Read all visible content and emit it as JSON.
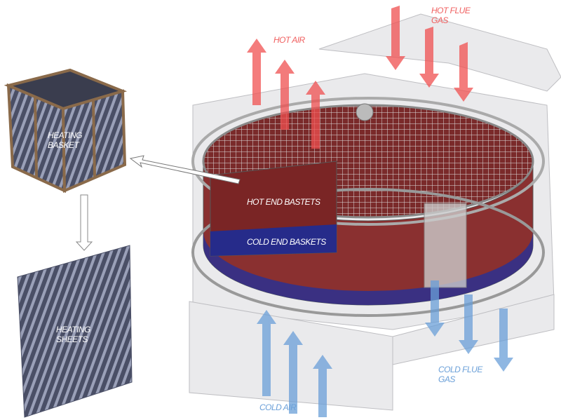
{
  "labels": {
    "hot_air": "HOT AIR",
    "hot_flue_gas": "HOT FLUE\nGAS",
    "heating_basket": "HEATING\nBASKET",
    "hot_end_baskets": "HOT END BASTETS",
    "cold_end_baskets": "COLD END BASKETS",
    "heating_sheets": "HEATING\nSHEETS",
    "cold_flue_gas": "COLD FLUE\nGAS",
    "cold_air": "COLD AIR"
  },
  "colors": {
    "hot": "#f05050",
    "cold": "#6a9fd8",
    "basket_red": "#8c2a2a",
    "basket_blue": "#2a2f8c"
  }
}
